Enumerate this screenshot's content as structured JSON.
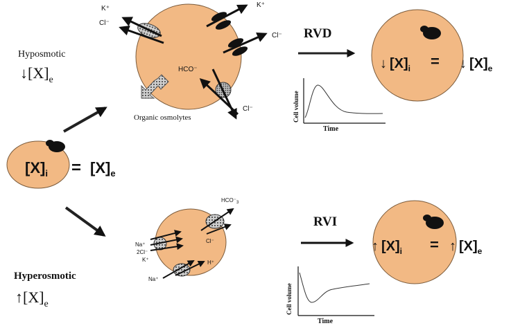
{
  "colors": {
    "cell": "#f2b984",
    "cell_stroke": "#7a5a3a",
    "ink": "#111111",
    "arrow": "#222222"
  },
  "hyposmotic": {
    "label": "Hyposmotic",
    "conc_arrow": "↓",
    "conc": "[X]",
    "conc_sub": "e"
  },
  "hyperosmotic": {
    "label": "Hyperosmotic",
    "conc_arrow": "↑",
    "conc": "[X]",
    "conc_sub": "e"
  },
  "center_cell": {
    "left": "[X]",
    "left_sub": "i",
    "eq": "=",
    "right": "[X]",
    "right_sub": "e"
  },
  "swollen_cell": {
    "ions": {
      "k_top_left": "K⁺",
      "cl_top_left": "Cl⁻",
      "k_top_right": "K⁺",
      "cl_right": "Cl⁻",
      "hco": "HCO⁻",
      "cl_bottom": "Cl⁻"
    },
    "osmolytes": "Organic osmolytes"
  },
  "shrunk_cell": {
    "ions": {
      "hco3": "HCO⁻",
      "hco3_sub": "3",
      "cl": "Cl⁻",
      "na": "Na⁺",
      "two_cl": "2Cl⁻",
      "k": "K⁺",
      "h": "H⁺",
      "na_bottom": "Na⁺"
    }
  },
  "rvd": {
    "label": "RVD",
    "result_arrow_left": "↓",
    "result_left": "[X]",
    "result_left_sub": "i",
    "eq": "=",
    "result_arrow_right": "↓",
    "result_right": "[X]",
    "result_right_sub": "e",
    "plot_ylabel": "Cell volume",
    "plot_xlabel": "Time"
  },
  "rvi": {
    "label": "RVI",
    "result_arrow_left": "↑",
    "result_left": "[X]",
    "result_left_sub": "i",
    "eq": "=",
    "result_arrow_right": "↑",
    "result_right": "[X]",
    "result_right_sub": "e",
    "plot_ylabel": "Cell volume",
    "plot_xlabel": "Time"
  }
}
